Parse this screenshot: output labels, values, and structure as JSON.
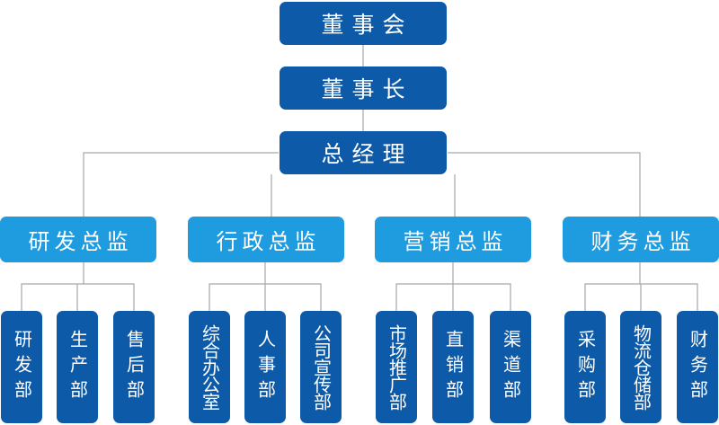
{
  "colors": {
    "dark_blue": "#0d5aa8",
    "light_blue": "#1f9ce0",
    "line": "#a7a7a7"
  },
  "board": "董事会",
  "chairman": "董事长",
  "general_manager": "总经理",
  "directors": [
    {
      "label": "研发总监",
      "departments": [
        "研发部",
        "生产部",
        "售后部"
      ]
    },
    {
      "label": "行政总监",
      "departments": [
        "综合办公室",
        "人事部",
        "公司宣传部"
      ]
    },
    {
      "label": "营销总监",
      "departments": [
        "市场推广部",
        "直销部",
        "渠道部"
      ]
    },
    {
      "label": "财务总监",
      "departments": [
        "采购部",
        "物流仓储部",
        "财务部"
      ]
    }
  ]
}
